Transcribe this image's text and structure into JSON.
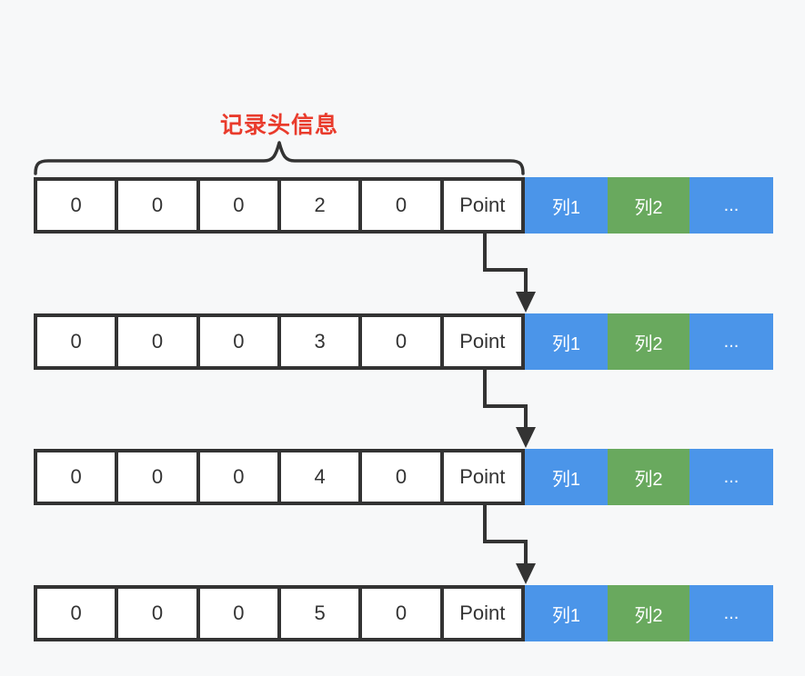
{
  "title": {
    "label": "记录头信息"
  },
  "colors": {
    "background": "#f7f8f9",
    "label_red": "#e93b2c",
    "line_dark": "#333333",
    "cell_background": "#ffffff",
    "column_blue": "#4b95e9",
    "column_green": "#69a95e",
    "column_text": "#ffffff"
  },
  "rows": [
    {
      "header_cells": [
        "0",
        "0",
        "0",
        "2",
        "0",
        "Point"
      ],
      "columns": [
        {
          "label": "列1",
          "color": "#4b95e9"
        },
        {
          "label": "列2",
          "color": "#69a95e"
        },
        {
          "label": "...",
          "color": "#4b95e9"
        }
      ]
    },
    {
      "header_cells": [
        "0",
        "0",
        "0",
        "3",
        "0",
        "Point"
      ],
      "columns": [
        {
          "label": "列1",
          "color": "#4b95e9"
        },
        {
          "label": "列2",
          "color": "#69a95e"
        },
        {
          "label": "...",
          "color": "#4b95e9"
        }
      ]
    },
    {
      "header_cells": [
        "0",
        "0",
        "0",
        "4",
        "0",
        "Point"
      ],
      "columns": [
        {
          "label": "列1",
          "color": "#4b95e9"
        },
        {
          "label": "列2",
          "color": "#69a95e"
        },
        {
          "label": "...",
          "color": "#4b95e9"
        }
      ]
    },
    {
      "header_cells": [
        "0",
        "0",
        "0",
        "5",
        "0",
        "Point"
      ],
      "columns": [
        {
          "label": "列1",
          "color": "#4b95e9"
        },
        {
          "label": "列2",
          "color": "#69a95e"
        },
        {
          "label": "...",
          "color": "#4b95e9"
        }
      ]
    }
  ]
}
